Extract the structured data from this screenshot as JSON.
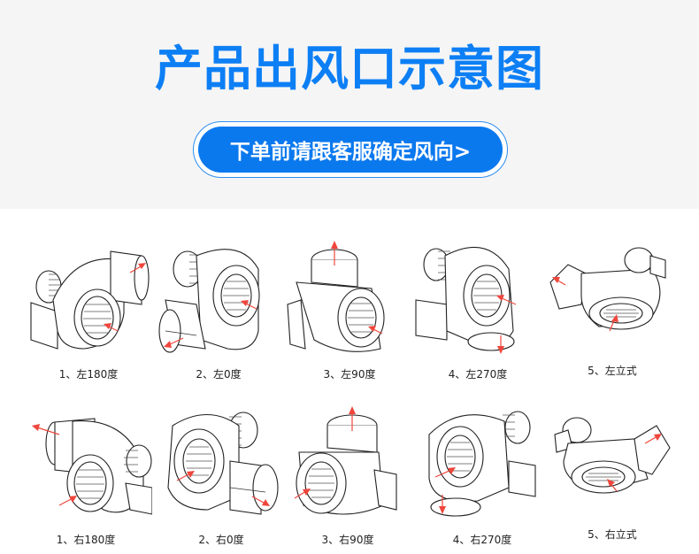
{
  "header": {
    "title": "产品出风口示意图",
    "notice_button": "下单前请跟客服确定风向>",
    "colors": {
      "accent": "#0b79ee",
      "title": "#0d7ff5",
      "background": "#f5f5f5"
    }
  },
  "orientations": {
    "left": [
      {
        "label": "1、左180度",
        "icon": "fan-left-180"
      },
      {
        "label": "2、左0度",
        "icon": "fan-left-0"
      },
      {
        "label": "3、左90度",
        "icon": "fan-left-90"
      },
      {
        "label": "4、左270度",
        "icon": "fan-left-270"
      },
      {
        "label": "5、左立式",
        "icon": "fan-left-vertical"
      }
    ],
    "right": [
      {
        "label": "1、右180度",
        "icon": "fan-right-180"
      },
      {
        "label": "2、右0度",
        "icon": "fan-right-0"
      },
      {
        "label": "3、右90度",
        "icon": "fan-right-90"
      },
      {
        "label": "4、右270度",
        "icon": "fan-right-270"
      },
      {
        "label": "5、右立式",
        "icon": "fan-right-vertical"
      }
    ],
    "arrow_color": "#f0463c"
  }
}
